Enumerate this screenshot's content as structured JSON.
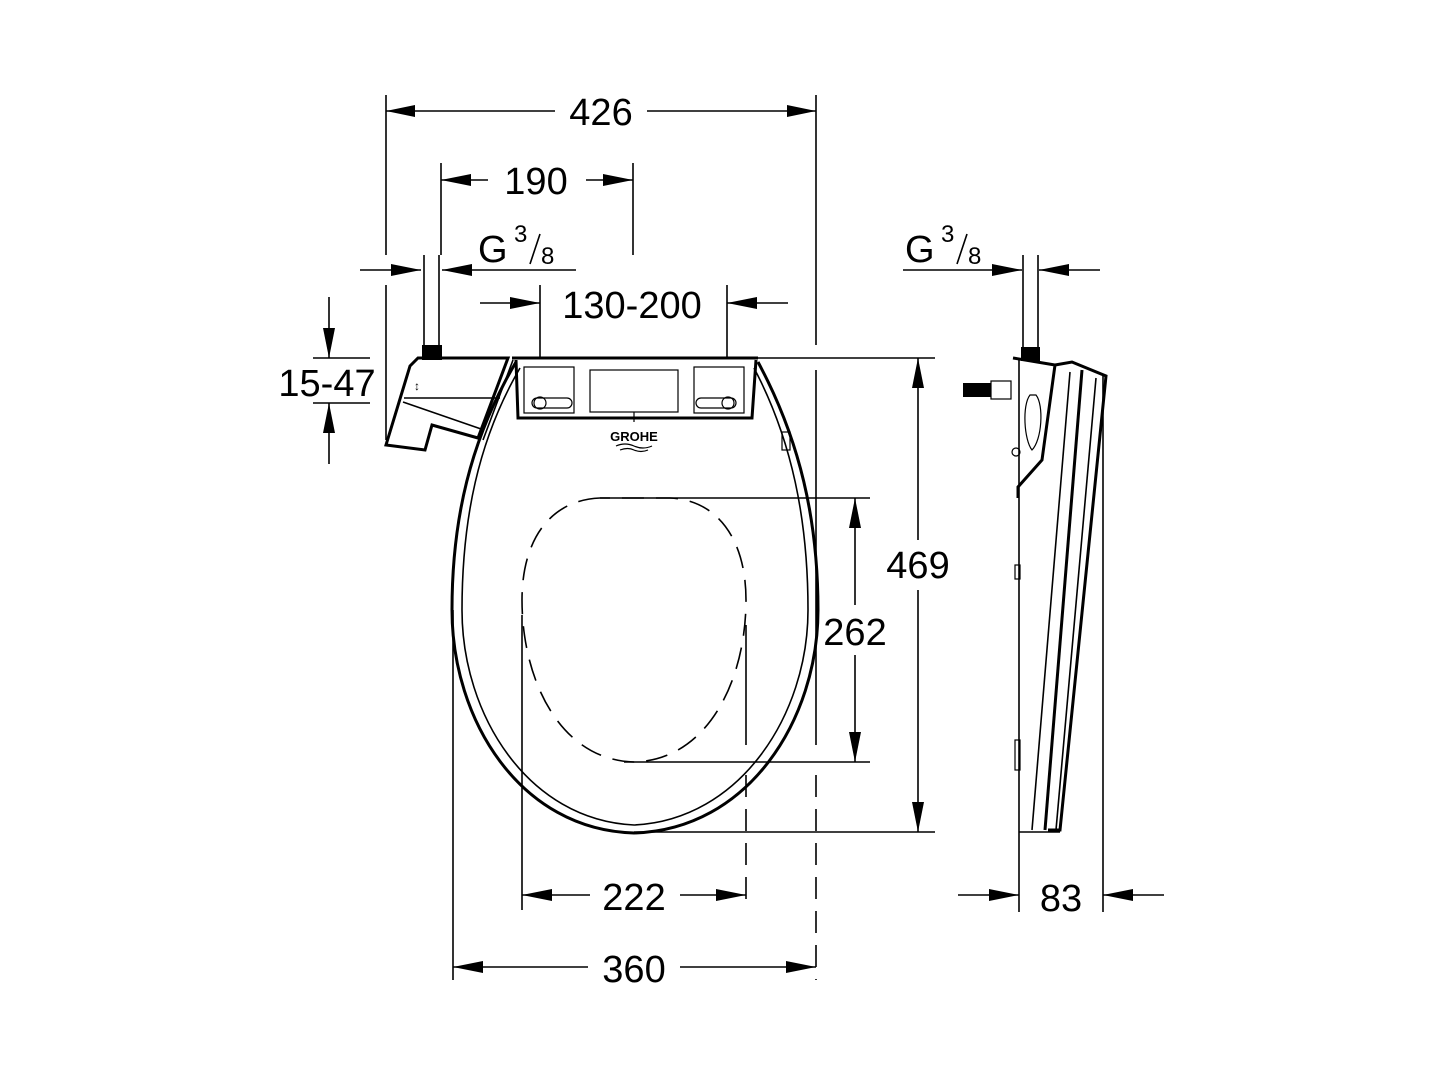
{
  "drawing": {
    "type": "technical-dimension-drawing",
    "subject": "shower toilet seat attachment",
    "brand_logo": "GROHE",
    "units": "mm",
    "line_color": "#000000",
    "background_color": "#ffffff"
  },
  "front_view": {
    "dimensions": {
      "overall_width": "426",
      "inlet_offset": "190",
      "thread_label": "G",
      "thread_numerator": "3",
      "thread_denominator": "8",
      "hinge_spacing": "130-200",
      "height_adjust": "15-47",
      "opening_length": "262",
      "overall_length": "469",
      "opening_width": "222",
      "seat_width": "360"
    }
  },
  "side_view": {
    "dimensions": {
      "thread_label": "G",
      "thread_numerator": "3",
      "thread_denominator": "8",
      "depth": "83"
    }
  }
}
